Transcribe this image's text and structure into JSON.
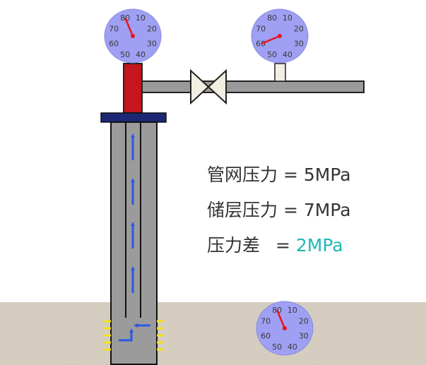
{
  "gauges": {
    "ticks": [
      "80",
      "10",
      "20",
      "30",
      "40",
      "50",
      "60",
      "70"
    ],
    "pipe_network": {
      "reading": 5
    },
    "wellhead": {
      "reading": 7
    },
    "reservoir": {
      "reading": 7
    }
  },
  "labels": {
    "pipe_pressure": {
      "label": "管网压力",
      "eq": "=",
      "value": "5MPa"
    },
    "reservoir_pressure": {
      "label": "储层压力",
      "eq": "=",
      "value": "7MPa"
    },
    "difference": {
      "label": "压力差",
      "eq": "=",
      "value": "2MPa"
    }
  },
  "colors": {
    "gauge_face": "#9f9ff3",
    "needle": "#e8151b",
    "wellhead": "#c4161c",
    "flange": "#1d2775",
    "casing": "#9b9b9b",
    "flow_arrow": "#2a59e6",
    "highlight": "#21b6b3",
    "perforation": "#f5e216",
    "ground": "#c9c0ae"
  }
}
